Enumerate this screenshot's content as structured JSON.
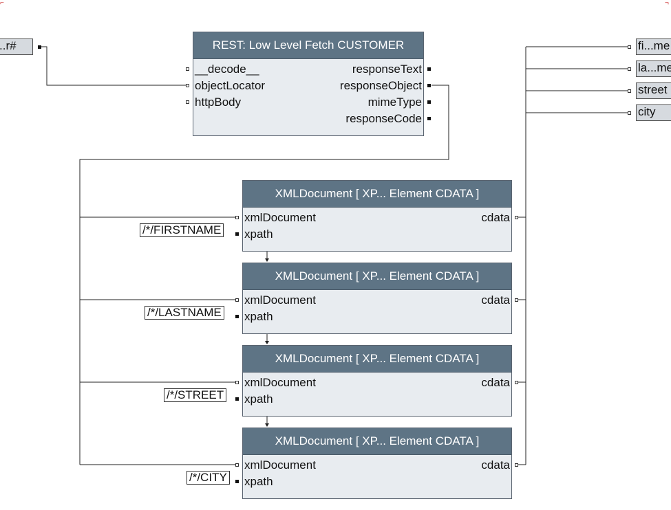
{
  "rest_node": {
    "title": "REST: Low Level Fetch CUSTOMER",
    "inputs": [
      "__decode__",
      "objectLocator",
      "httpBody"
    ],
    "outputs": [
      "responseText",
      "responseObject",
      "mimeType",
      "responseCode"
    ]
  },
  "xml_nodes": [
    {
      "title": "XMLDocument [ XP... Element CDATA ]",
      "in_doc": "xmlDocument",
      "in_xpath": "xpath",
      "out": "cdata",
      "xpath_value": "/*/FIRSTNAME"
    },
    {
      "title": "XMLDocument [ XP... Element CDATA ]",
      "in_doc": "xmlDocument",
      "in_xpath": "xpath",
      "out": "cdata",
      "xpath_value": "/*/LASTNAME"
    },
    {
      "title": "XMLDocument [ XP... Element CDATA ]",
      "in_doc": "xmlDocument",
      "in_xpath": "xpath",
      "out": "cdata",
      "xpath_value": "/*/STREET"
    },
    {
      "title": "XMLDocument [ XP... Element CDATA ]",
      "in_doc": "xmlDocument",
      "in_xpath": "xpath",
      "out": "cdata",
      "xpath_value": "/*/CITY"
    }
  ],
  "left_input_terminal": "..r#",
  "right_output_terminals": [
    "fi...me",
    "la...me",
    "street",
    "city"
  ],
  "colors": {
    "header": "#5e7485",
    "body": "#e8ecf0",
    "terminal": "#d6dadf"
  }
}
